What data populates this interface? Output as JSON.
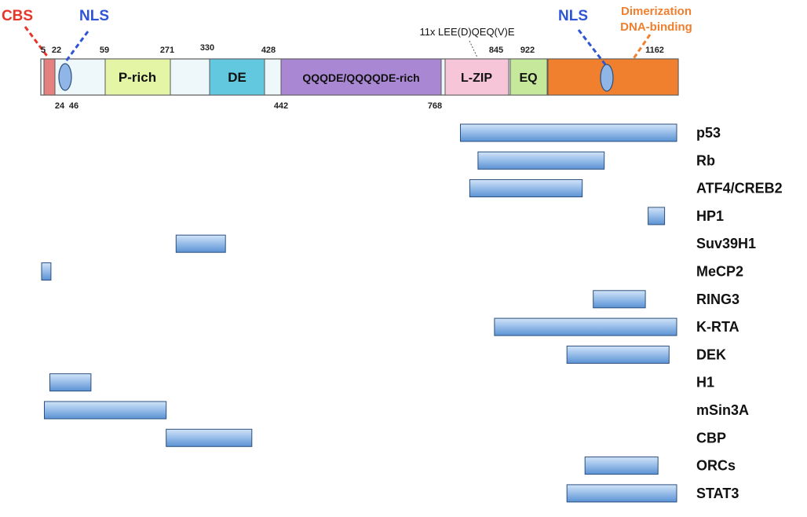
{
  "labels": {
    "cbs": "CBS",
    "nls_left": "NLS",
    "nls_right": "NLS",
    "dimerization_line1": "Dimerization",
    "dimerization_line2": "DNA-binding",
    "repeat_motif": "11x LEE(D)QEQ(V)E"
  },
  "colors": {
    "cbs": "#e8352a",
    "nls": "#2f55d4",
    "dimerization": "#f07f2e",
    "bar_fill_top": "#c9ddf6",
    "bar_fill_bottom": "#5d95d6",
    "bar_stroke": "#2b4f7e"
  },
  "domains": [
    {
      "id": "cbs-box",
      "label": "",
      "color": "#e58080"
    },
    {
      "id": "p-rich",
      "label": "P-rich",
      "color": "#e4f5a6"
    },
    {
      "id": "de",
      "label": "DE",
      "color": "#62c8df"
    },
    {
      "id": "qqqde",
      "label": "QQQDE/QQQQDE-rich",
      "color": "#a987d3"
    },
    {
      "id": "l-zip",
      "label": "L-ZIP",
      "color": "#f6c6d8"
    },
    {
      "id": "eq",
      "label": "EQ",
      "color": "#c6e89a"
    },
    {
      "id": "dimer",
      "label": "",
      "color": "#f07f2e"
    }
  ],
  "positions_top": [
    "5",
    "22",
    "59",
    "271",
    "330",
    "428",
    "845",
    "922",
    "1162"
  ],
  "positions_bottom": [
    "24",
    "46",
    "442",
    "768"
  ],
  "interactors": [
    {
      "name": "p53",
      "start": 768,
      "end": 1162
    },
    {
      "name": "Rb",
      "start": 800,
      "end": 1030
    },
    {
      "name": "ATF4/CREB2",
      "start": 785,
      "end": 990
    },
    {
      "name": "HP1",
      "start": 1110,
      "end": 1140
    },
    {
      "name": "Suv39H1",
      "start": 250,
      "end": 340
    },
    {
      "name": "MeCP2",
      "start": 5,
      "end": 22
    },
    {
      "name": "RING3",
      "start": 1010,
      "end": 1105
    },
    {
      "name": "K-RTA",
      "start": 830,
      "end": 1162
    },
    {
      "name": "DEK",
      "start": 962,
      "end": 1148
    },
    {
      "name": "H1",
      "start": 20,
      "end": 95
    },
    {
      "name": "mSin3A",
      "start": 10,
      "end": 232
    },
    {
      "name": "CBP",
      "start": 232,
      "end": 388
    },
    {
      "name": "ORCs",
      "start": 995,
      "end": 1128
    },
    {
      "name": "STAT3",
      "start": 962,
      "end": 1162
    }
  ]
}
